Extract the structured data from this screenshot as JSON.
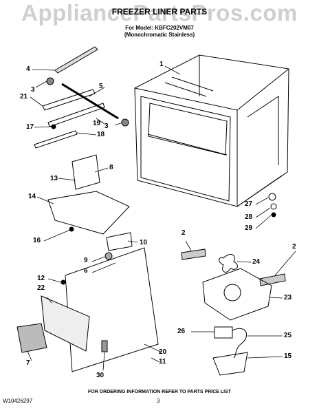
{
  "watermark": "AppliancePartsPros.com",
  "title": "FREEZER LINER PARTS",
  "model_line": "For Model: KBFC202VM07",
  "variant_line": "(Monochromatic Stainless)",
  "labels": {
    "n1": "1",
    "n2a": "2",
    "n2b": "2",
    "n3a": "3",
    "n3b": "3",
    "n4": "4",
    "n5": "5",
    "n6": "6",
    "n7": "7",
    "n8": "8",
    "n9": "9",
    "n10": "10",
    "n11": "11",
    "n12": "12",
    "n13": "13",
    "n14": "14",
    "n15": "15",
    "n16": "16",
    "n17": "17",
    "n18": "18",
    "n19": "19",
    "n20": "20",
    "n21": "21",
    "n22": "22",
    "n23": "23",
    "n24": "24",
    "n25": "25",
    "n26": "26",
    "n27": "27",
    "n28": "28",
    "n29": "29",
    "n30": "30"
  },
  "footer": {
    "doc_no": "W10426297",
    "page": "3",
    "note": "FOR ORDERING INFORMATION REFER TO PARTS PRICE LIST"
  }
}
